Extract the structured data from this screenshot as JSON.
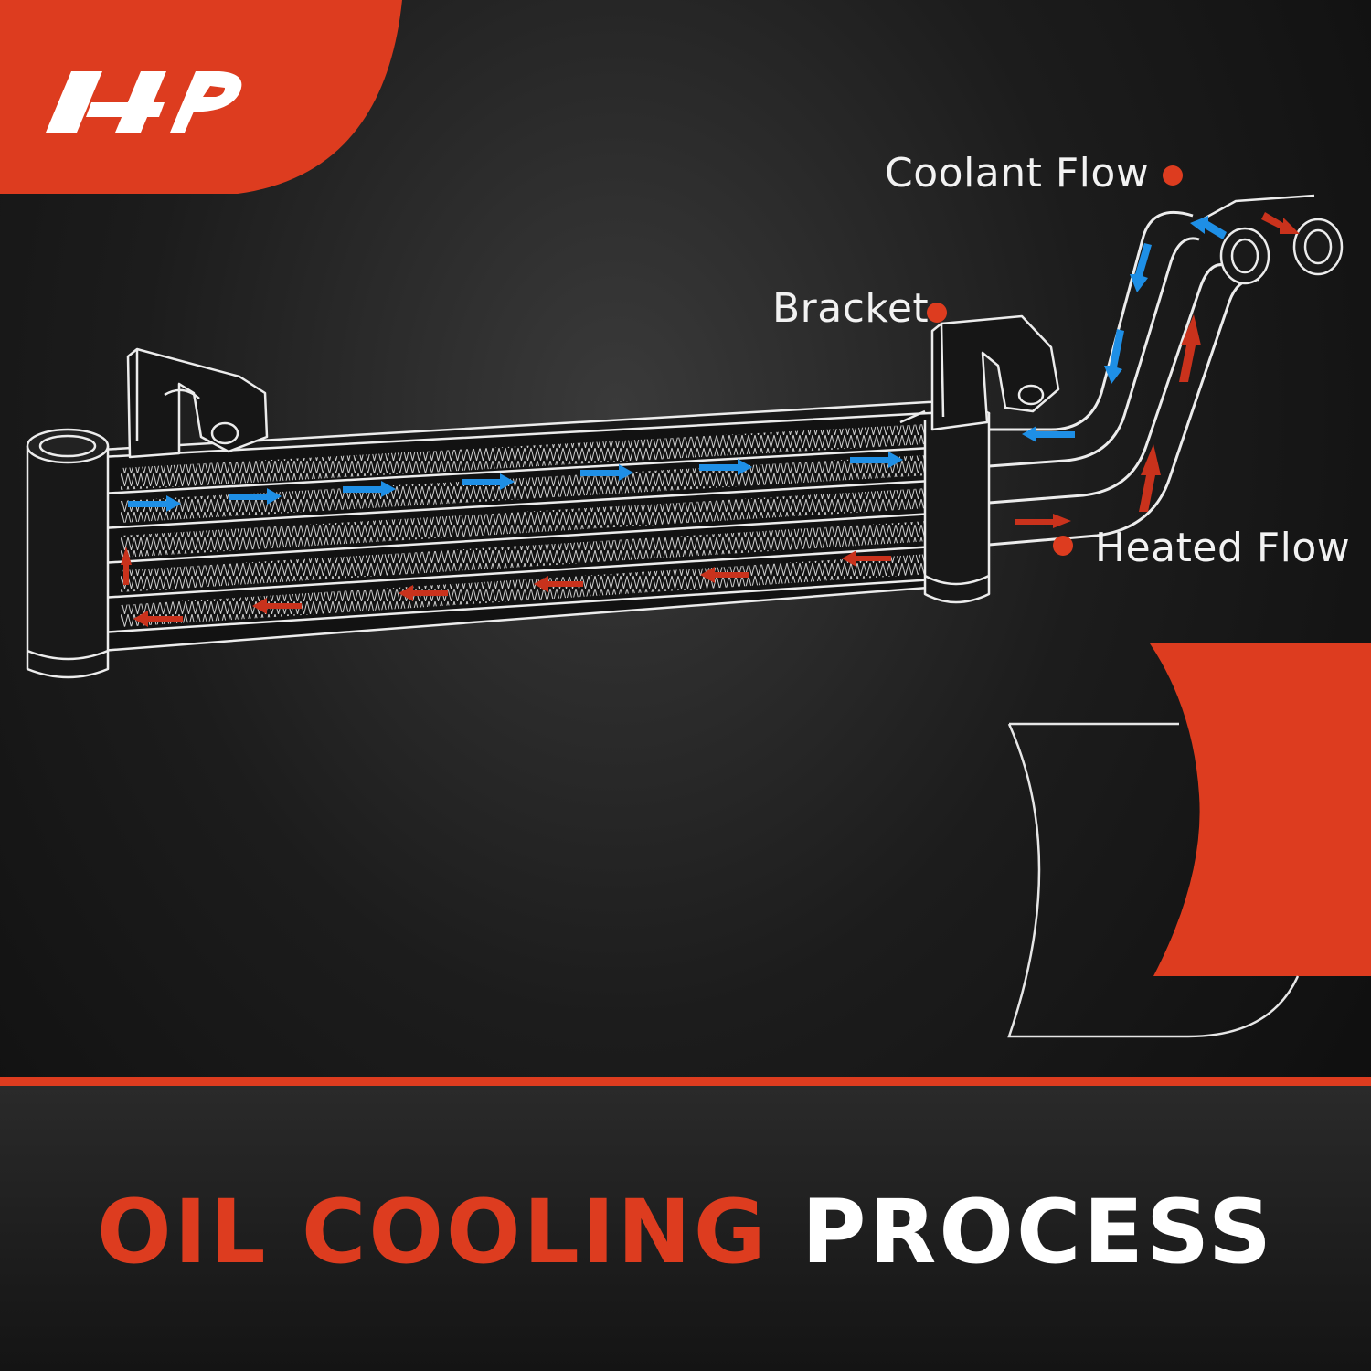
{
  "brand": {
    "accent_color": "#dd3c1f",
    "logo_icon": "a-premium-logo-icon"
  },
  "callouts": {
    "coolant_flow": "Coolant Flow",
    "bracket": "Bracket",
    "heated_flow": "Heated Flow"
  },
  "flow_colors": {
    "coolant": "#1e8fe6",
    "heated": "#c9321c"
  },
  "title": {
    "accent": "OIL COOLING",
    "rest": "PROCESS"
  }
}
